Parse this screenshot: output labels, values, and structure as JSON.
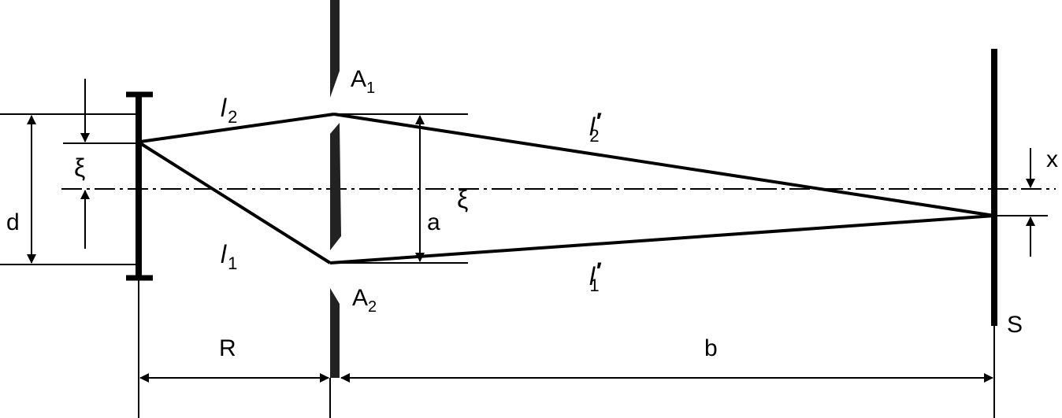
{
  "labels": {
    "slit_upper": "A",
    "slit_upper_sub": "1",
    "slit_lower": "A",
    "slit_lower_sub": "2",
    "path_l2": "l",
    "path_l2_sub": "2",
    "path_l1": "l",
    "path_l1_sub": "1",
    "path_l2_prime": "l",
    "path_l2_prime_sub": "2",
    "path_l2_prime_mark": "′",
    "path_l1_prime": "l",
    "path_l1_prime_sub": "1",
    "path_l1_prime_mark": "′",
    "source_width": "d",
    "source_offset": "ξ",
    "image_offset": "ξ",
    "slit_separation": "a",
    "screen_offset": "x",
    "screen": "S",
    "distance_source_slits": "R",
    "distance_slits_screen": "b"
  }
}
